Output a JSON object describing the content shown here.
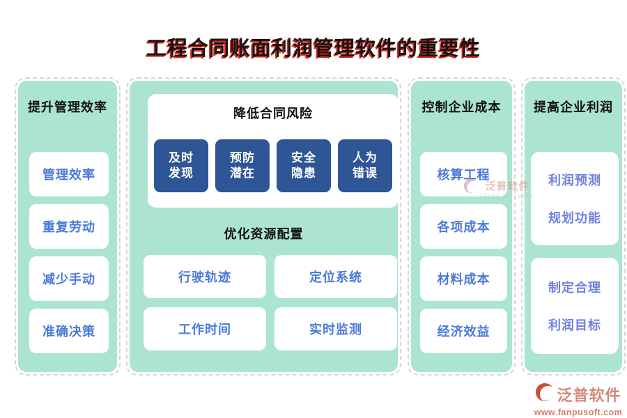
{
  "title": "工程合同账面利润管理软件的重要性",
  "efficiency": {
    "header": "提升管理效率",
    "items": [
      "管理效率",
      "重复劳动",
      "减少手动",
      "准确决策"
    ]
  },
  "center": {
    "risk": {
      "header": "降低合同风险",
      "boxes": [
        [
          "及时",
          "发现"
        ],
        [
          "预防",
          "潜在"
        ],
        [
          "安全",
          "隐患"
        ],
        [
          "人为",
          "错误"
        ]
      ]
    },
    "resource": {
      "header": "优化资源配置",
      "buttons": [
        "行驶轨迹",
        "定位系统",
        "工作时间",
        "实时监测"
      ]
    }
  },
  "cost": {
    "header": "控制企业成本",
    "items": [
      "核算工程",
      "各项成本",
      "材料成本",
      "经济效益"
    ]
  },
  "profit": {
    "header": "提高企业利润",
    "cards": [
      [
        "利润预测",
        "规划功能"
      ],
      [
        "制定合理",
        "利润目标"
      ]
    ]
  },
  "watermark": {
    "brand": "泛普软件",
    "subtext": "FANPU SOFTWARE"
  },
  "footer": {
    "brand": "泛普软件",
    "url": "www.fanpusoft.com"
  },
  "colors": {
    "panel_mint": "#abe5d1",
    "dashed_border": "#d6d6d6",
    "dark_blue_box": "#2e5595",
    "item_text_blue": "#4a7ad8",
    "profit_text_periwinkle": "#7080e0",
    "title_black": "#141414",
    "title_red_shadow": "#e02b1d",
    "brand_salmon": "#d2897b"
  }
}
